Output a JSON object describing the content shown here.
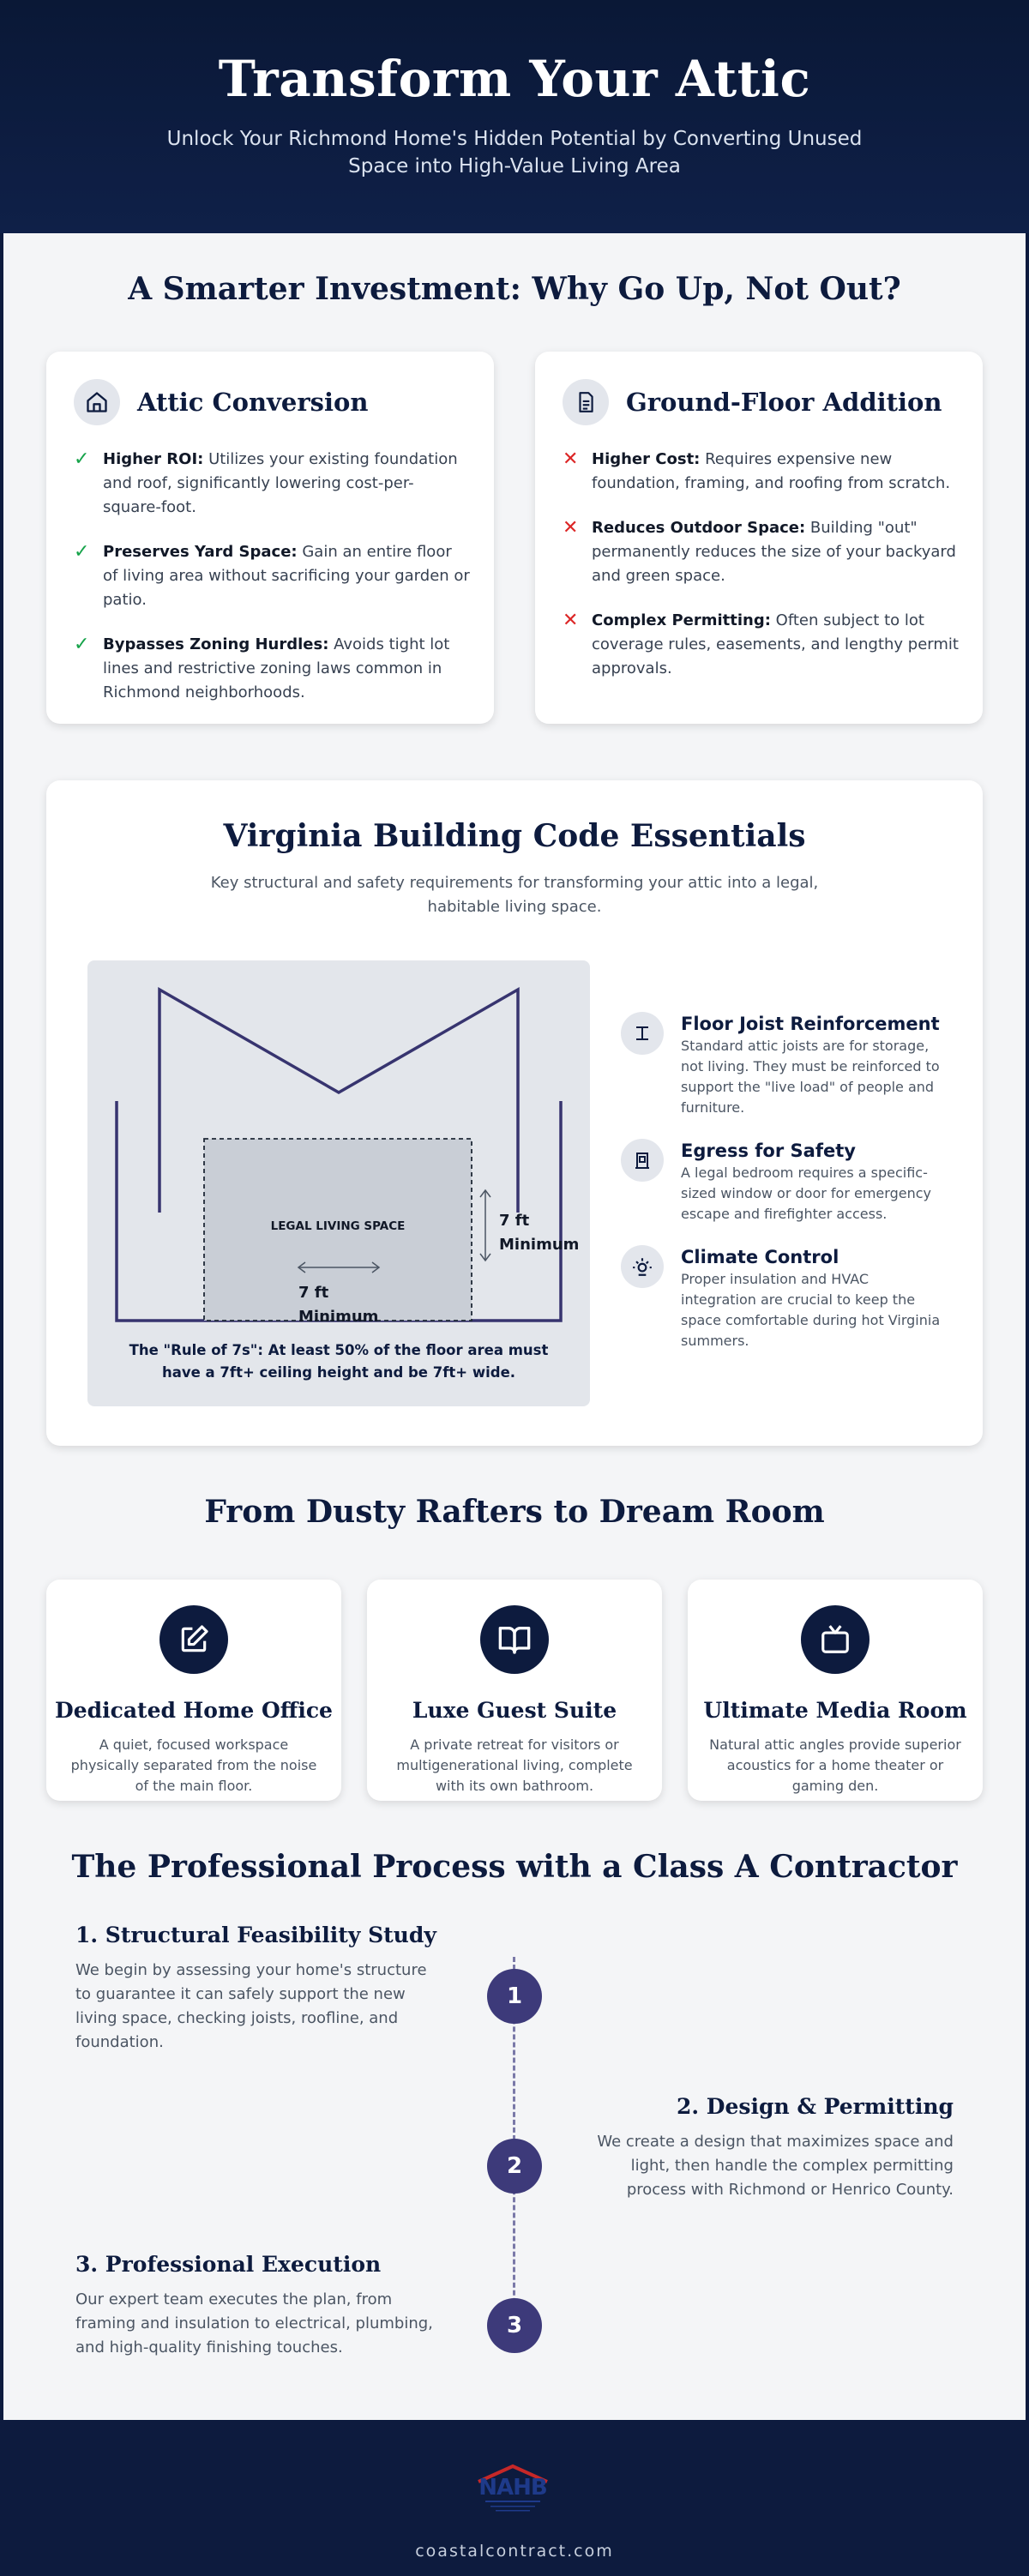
{
  "hero": {
    "title": "Transform Your Attic",
    "subtitle": "Unlock Your Richmond Home's Hidden Potential by Converting Unused Space into High-Value Living Area"
  },
  "comparison": {
    "heading": "A Smarter Investment: Why Go Up, Not Out?",
    "attic": {
      "title": "Attic Conversion",
      "icon": "house-icon",
      "items": [
        {
          "label": "Higher ROI:",
          "text": " Utilizes your existing foundation and roof, significantly lowering cost-per-square-foot."
        },
        {
          "label": "Preserves Yard Space:",
          "text": " Gain an entire floor of living area without sacrificing your garden or patio."
        },
        {
          "label": "Bypasses Zoning Hurdles:",
          "text": " Avoids tight lot lines and restrictive zoning laws common in Richmond neighborhoods."
        }
      ]
    },
    "addition": {
      "title": "Ground-Floor Addition",
      "icon": "document-icon",
      "items": [
        {
          "label": "Higher Cost:",
          "text": " Requires expensive new foundation, framing, and roofing from scratch."
        },
        {
          "label": "Reduces Outdoor Space:",
          "text": " Building \"out\" permanently reduces the size of your backyard and green space."
        },
        {
          "label": "Complex Permitting:",
          "text": " Often subject to lot coverage rules, easements, and lengthy permit approvals."
        }
      ]
    },
    "colors": {
      "check": "#16a34a",
      "cross": "#dc2626"
    }
  },
  "code": {
    "heading": "Virginia Building Code Essentials",
    "intro": "Key structural and safety requirements for transforming your attic into a legal, habitable living space.",
    "diagram": {
      "area_label": "LEGAL LIVING SPACE",
      "height_label": "7 ft",
      "height_sub": "Minimum",
      "width_label": "7 ft",
      "width_sub": "Minimum",
      "caption": "The \"Rule of 7s\": At least 50% of the floor area must have a 7ft+ ceiling height and be 7ft+ wide."
    },
    "requirements": [
      {
        "title": "Floor Joist Reinforcement",
        "desc": "Standard attic joists are for storage, not living. They must be reinforced to support the \"live load\" of people and furniture.",
        "icon": "beam-icon"
      },
      {
        "title": "Egress for Safety",
        "desc": "A legal bedroom requires a specific-sized window or door for emergency escape and firefighter access.",
        "icon": "window-icon"
      },
      {
        "title": "Climate Control",
        "desc": "Proper insulation and HVAC integration are crucial to keep the space comfortable during hot Virginia summers.",
        "icon": "sun-icon"
      }
    ]
  },
  "rooms": {
    "heading": "From Dusty Rafters to Dream Room",
    "items": [
      {
        "title": "Dedicated Home Office",
        "desc": "A quiet, focused workspace physically separated from the noise of the main floor.",
        "icon": "pencil-icon"
      },
      {
        "title": "Luxe Guest Suite",
        "desc": "A private retreat for visitors or multigenerational living, complete with its own bathroom.",
        "icon": "book-icon"
      },
      {
        "title": "Ultimate Media Room",
        "desc": "Natural attic angles provide superior acoustics for a home theater or gaming den.",
        "icon": "tv-icon"
      }
    ]
  },
  "process": {
    "heading": "The Professional Process with a Class A Contractor",
    "steps": [
      {
        "number": "1",
        "title": "1. Structural Feasibility Study",
        "desc": "We begin by assessing your home's structure to guarantee it can safely support the new living space, checking joists, roofline, and foundation."
      },
      {
        "number": "2",
        "title": "2. Design & Permitting",
        "desc": "We create a design that maximizes space and light, then handle the complex permitting process with Richmond or Henrico County."
      },
      {
        "number": "3",
        "title": "3. Professional Execution",
        "desc": "Our expert team executes the plan, from framing and insulation to electrical, plumbing, and high-quality finishing touches."
      }
    ]
  },
  "footer": {
    "logo_text": "NAHB",
    "site": "coastalcontract.com"
  }
}
